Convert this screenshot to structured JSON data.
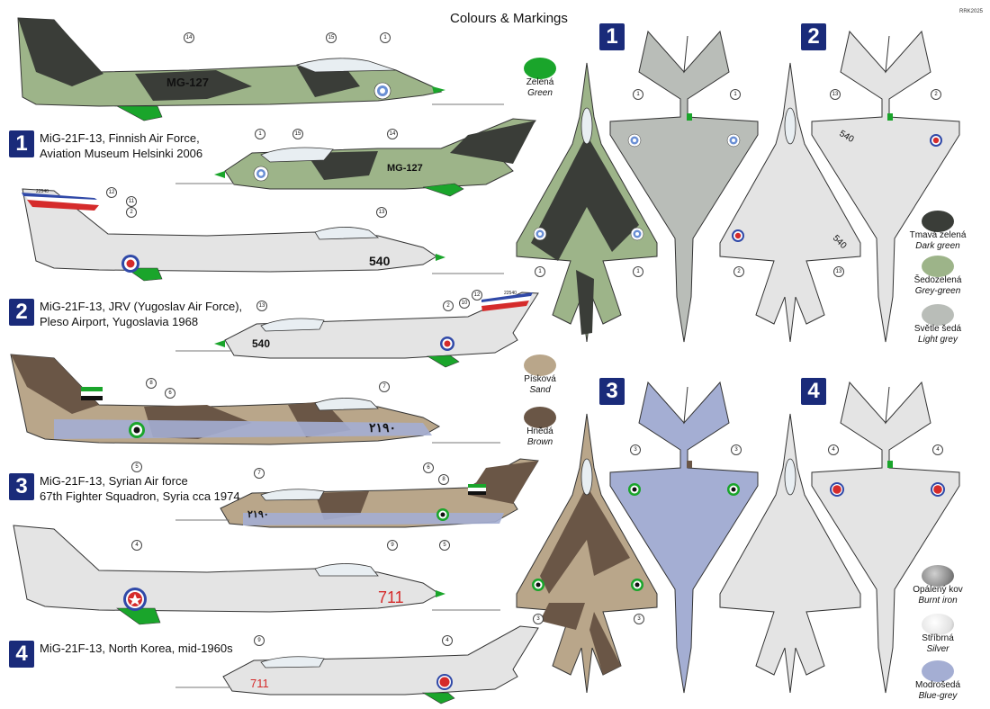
{
  "header": {
    "title": "Colours & Markings",
    "code": "RRK2025"
  },
  "schemes": [
    {
      "number": "1",
      "line1": "MiG-21F-13, Finnish Air Force,",
      "line2": "Aviation Museum Helsinki 2006",
      "serial": "MG-127"
    },
    {
      "number": "2",
      "line1": "MiG-21F-13, JRV (Yugoslav Air Force),",
      "line2": "Pleso Airport, Yugoslavia 1968",
      "serial": "540",
      "tail_serial": "22540"
    },
    {
      "number": "3",
      "line1": "MiG-21F-13, Syrian Air force",
      "line2": "67th Fighter Squadron, Syria cca 1974",
      "serial": "٢١٩٠"
    },
    {
      "number": "4",
      "line1": "MiG-21F-13, North Korea, mid-1960s",
      "line2": "",
      "serial": "711"
    }
  ],
  "plan_numbers": [
    "1",
    "2",
    "3",
    "4"
  ],
  "colours": [
    {
      "cz": "Zelená",
      "en": "Green",
      "hex": "#1aa52b"
    },
    {
      "cz": "Tmavá zelená",
      "en": "Dark green",
      "hex": "#3a3d38"
    },
    {
      "cz": "Šedozelená",
      "en": "Grey-green",
      "hex": "#9db489"
    },
    {
      "cz": "Světle šedá",
      "en": "Light grey",
      "hex": "#b9bdb8"
    },
    {
      "cz": "Písková",
      "en": "Sand",
      "hex": "#b9a68a"
    },
    {
      "cz": "Hnědá",
      "en": "Brown",
      "hex": "#6a5646"
    },
    {
      "cz": "Opálený kov",
      "en": "Burnt iron",
      "hex": "#8e8e8e"
    },
    {
      "cz": "Stříbrná",
      "en": "Silver",
      "hex": "#e2e2e2"
    },
    {
      "cz": "Modrošedá",
      "en": "Blue-grey",
      "hex": "#a4aed3"
    }
  ],
  "callouts": [
    "1",
    "2",
    "3",
    "4",
    "5",
    "6",
    "7",
    "8",
    "9",
    "10",
    "11",
    "12",
    "13",
    "14",
    "15"
  ]
}
